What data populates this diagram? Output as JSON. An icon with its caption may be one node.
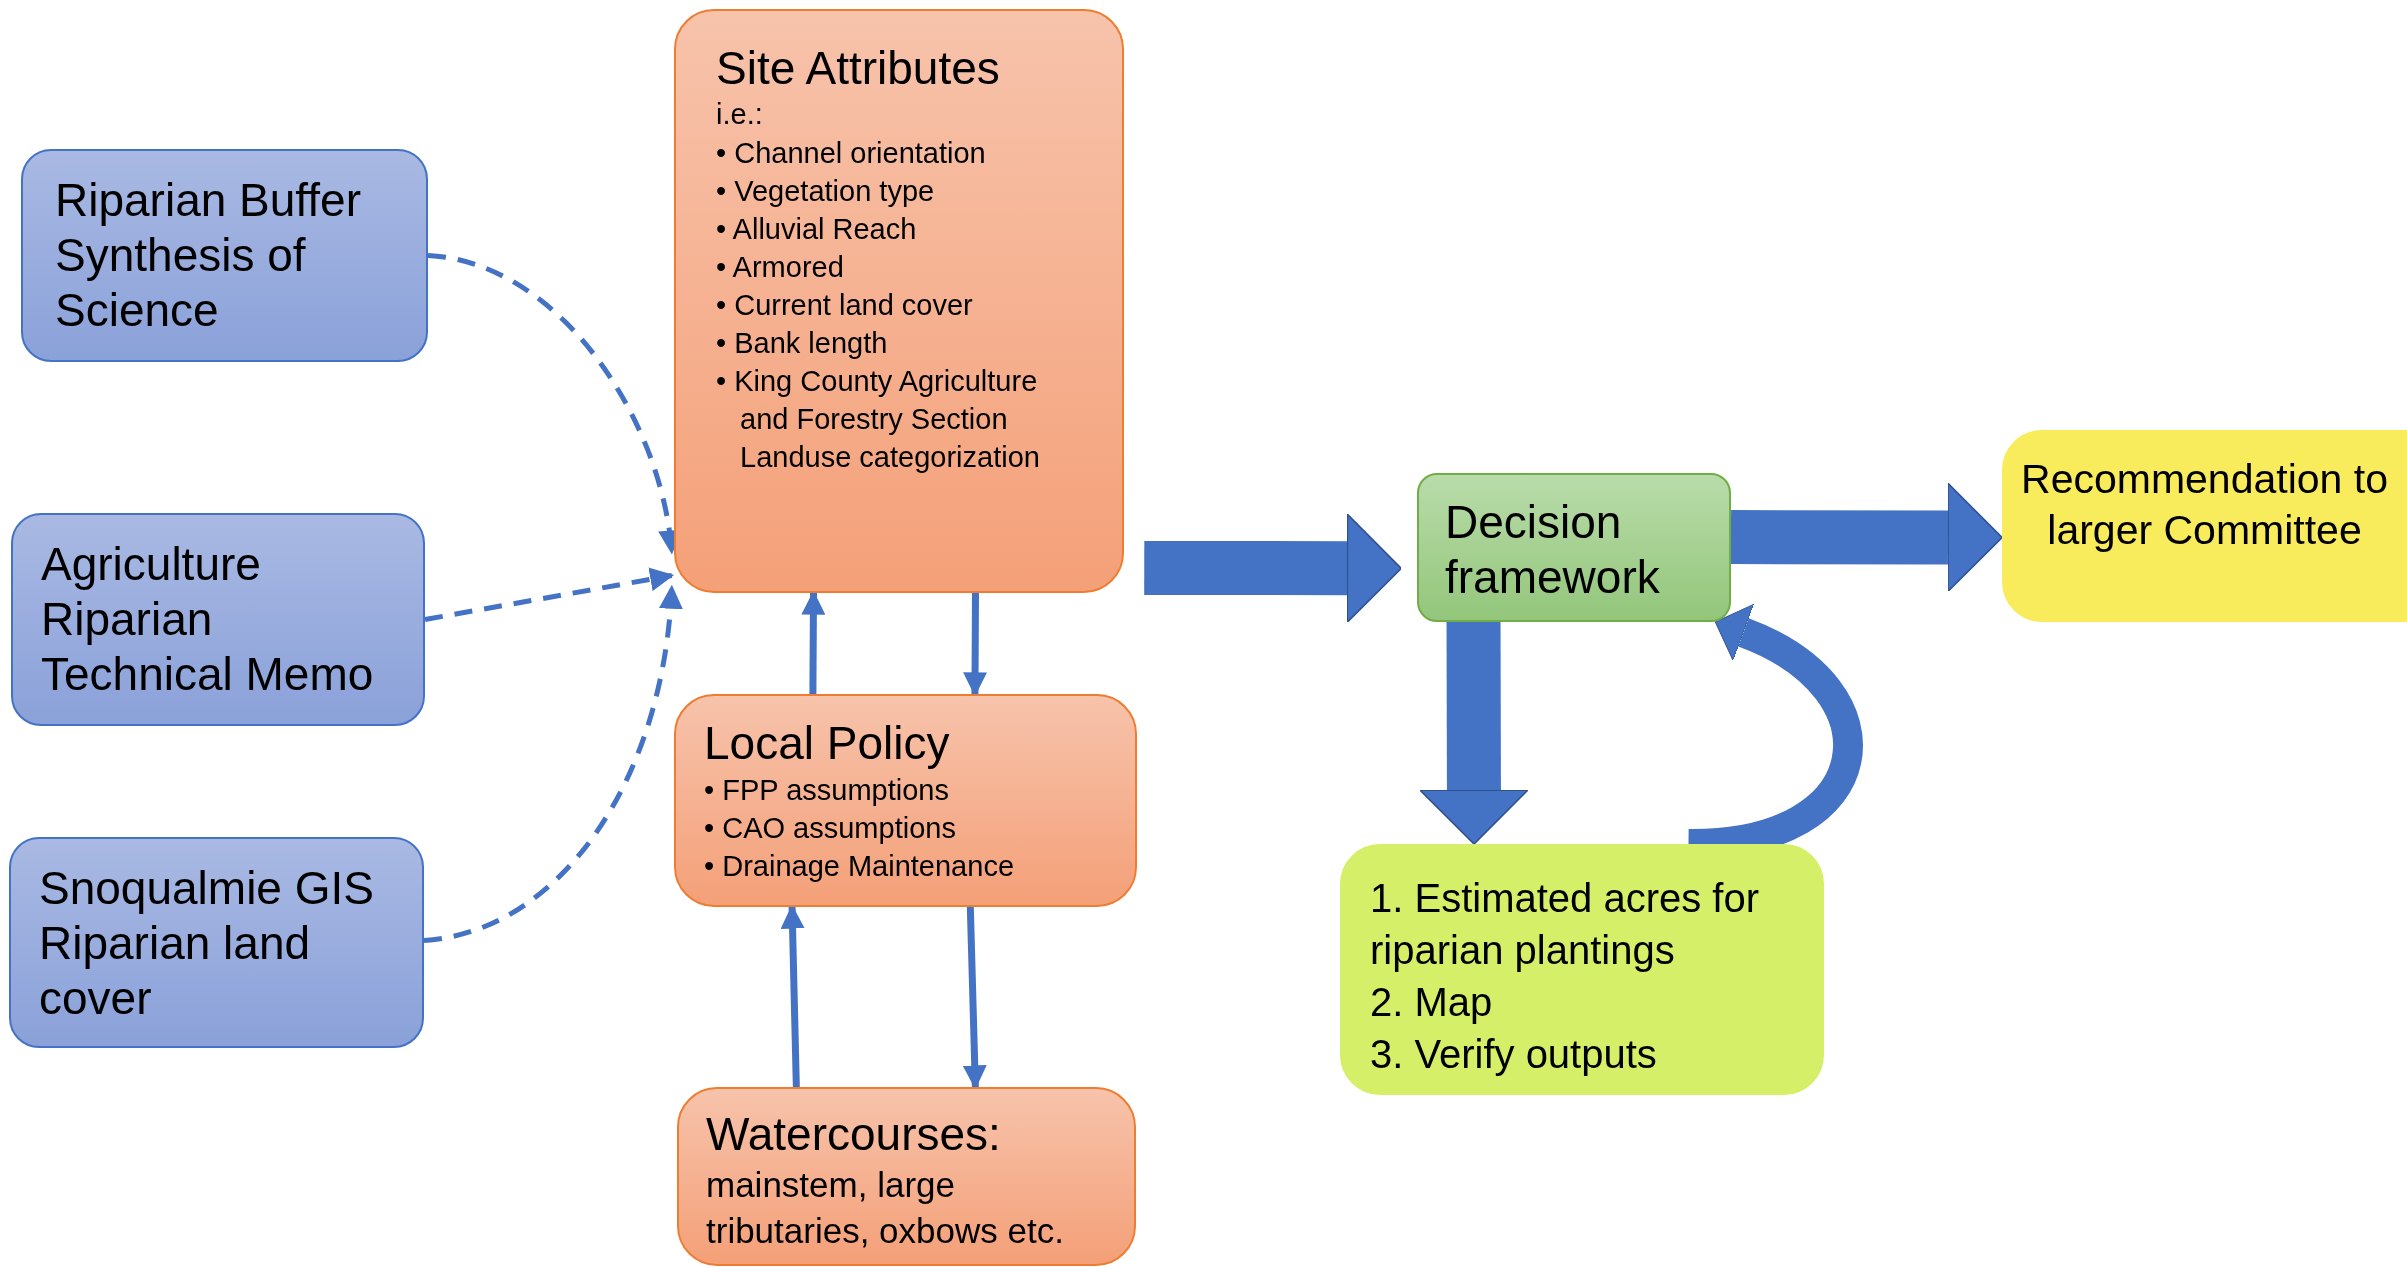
{
  "diagram": {
    "nodes": [
      {
        "text": [
          "Riparian Buffer Synthesis of Science"
        ]
      },
      {
        "text": [
          "Agriculture Riparian Technical Memo"
        ]
      },
      {
        "text": [
          "Snoqualmie GIS Riparian land cover"
        ]
      },
      {
        "text": [
          "Site Attributes",
          "i.e.:",
          "• Channel orientation",
          "• Vegetation type",
          "• Alluvial Reach",
          "• Armored",
          "• Current land cover",
          "• Bank length",
          "• King County Agriculture and Forestry Section Landuse categorization"
        ]
      },
      {
        "text": [
          "Local Policy",
          "• FPP assumptions",
          "• CAO assumptions",
          "• Drainage Maintenance"
        ]
      },
      {
        "text": [
          "Watercourses:",
          "mainstem, large tributaries, oxbows etc."
        ]
      },
      {
        "text": [
          "Decision framework"
        ]
      },
      {
        "text": [
          "Recommendation to larger Committee"
        ]
      },
      {
        "text": [
          "1. Estimated acres for riparian plantings",
          "2. Map",
          "3. Verify outputs"
        ]
      }
    ],
    "edges": [
      {
        "from": 0,
        "to": 3,
        "arrow": "to",
        "style": "dashed"
      },
      {
        "from": 1,
        "to": 3,
        "arrow": "to",
        "style": "dashed"
      },
      {
        "from": 2,
        "to": 3,
        "arrow": "to",
        "style": "dashed"
      },
      {
        "from": 4,
        "to": 3,
        "arrow": "to"
      },
      {
        "from": 3,
        "to": 4,
        "arrow": "to"
      },
      {
        "from": 5,
        "to": 4,
        "arrow": "to"
      },
      {
        "from": 4,
        "to": 5,
        "arrow": "to"
      },
      {
        "from": 3,
        "to": 6,
        "arrow": "to",
        "style": "thick"
      },
      {
        "from": 6,
        "to": 8,
        "arrow": "to",
        "style": "thick"
      },
      {
        "from": 8,
        "to": 6,
        "arrow": "to",
        "style": "thick"
      },
      {
        "from": 6,
        "to": 7,
        "arrow": "to",
        "style": "thick"
      }
    ]
  }
}
